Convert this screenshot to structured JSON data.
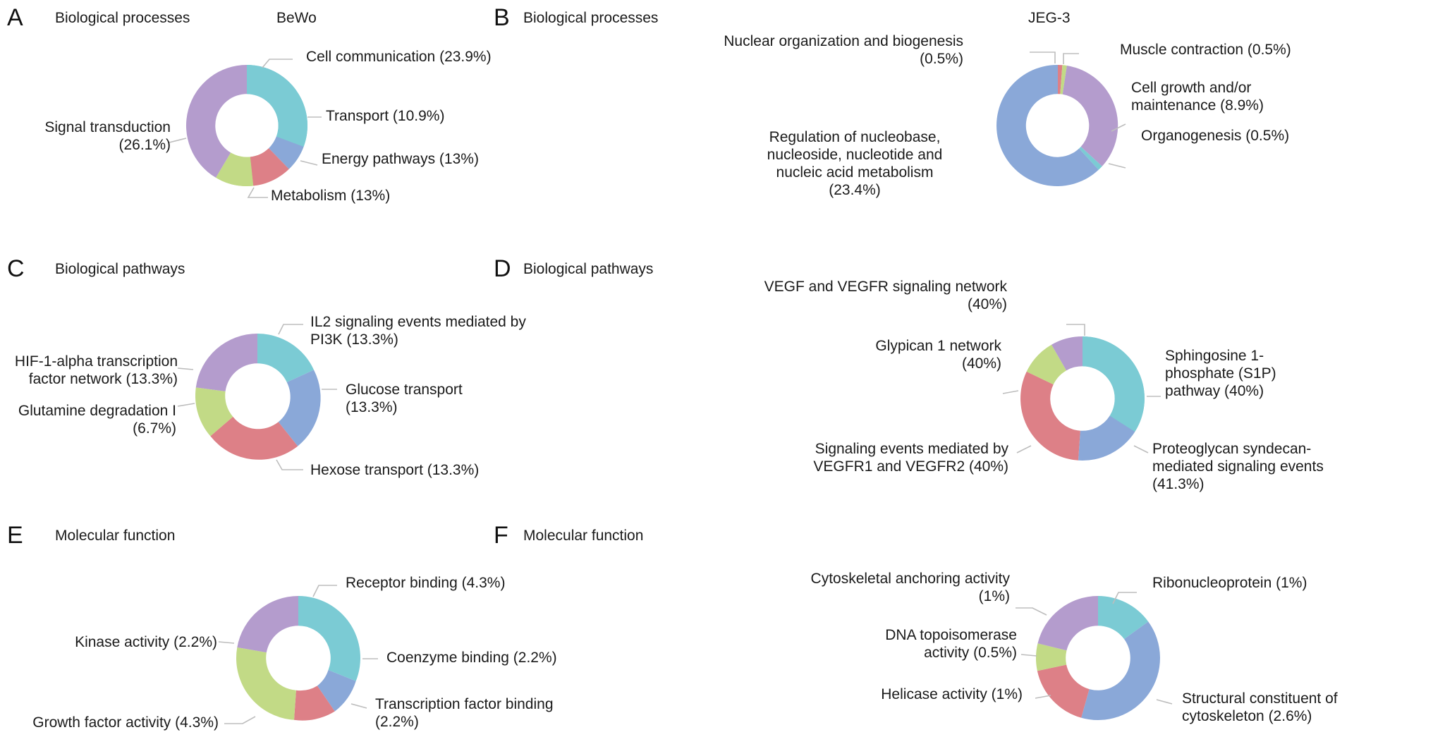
{
  "figure": {
    "panels": [
      {
        "letter": "A",
        "category": "Biological processes",
        "cell_line": "BeWo",
        "labels": {
          "cell_communication": "Cell communication (23.9%)",
          "transport": "Transport (10.9%)",
          "energy_pathways": "Energy pathways (13%)",
          "metabolism": "Metabolism (13%)",
          "signal_transduction_l1": "Signal transduction",
          "signal_transduction_l2": "(26.1%)"
        }
      },
      {
        "letter": "B",
        "category": "Biological processes",
        "cell_line": "JEG-3",
        "labels": {
          "nuclear_org_l1": "Nuclear organization and biogenesis",
          "nuclear_org_l2": "(0.5%)",
          "muscle_contraction": "Muscle contraction (0.5%)",
          "cell_growth_l1": "Cell growth and/or",
          "cell_growth_l2": "maintenance (8.9%)",
          "organogenesis": "Organogenesis (0.5%)",
          "regulation_l1": "Regulation of nucleobase,",
          "regulation_l2": "nucleoside, nucleotide and",
          "regulation_l3": "nucleic acid metabolism",
          "regulation_l4": "(23.4%)"
        }
      },
      {
        "letter": "C",
        "category": "Biological pathways",
        "cell_line": "",
        "labels": {
          "il2_l1": "IL2 signaling events mediated by",
          "il2_l2": "PI3K (13.3%)",
          "glucose_l1": "Glucose transport",
          "glucose_l2": "(13.3%)",
          "hexose": "Hexose transport (13.3%)",
          "glutamine_l1": "Glutamine degradation I",
          "glutamine_l2": "(6.7%)",
          "hif_l1": "HIF-1-alpha transcription",
          "hif_l2": "factor network (13.3%)"
        }
      },
      {
        "letter": "D",
        "category": "Biological pathways",
        "cell_line": "",
        "labels": {
          "vegf_l1": "VEGF and VEGFR signaling network",
          "vegf_l2": "(40%)",
          "sphingosine_l1": "Sphingosine 1-",
          "sphingosine_l2": "phosphate (S1P)",
          "sphingosine_l3": "pathway (40%)",
          "proteoglycan_l1": "Proteoglycan syndecan-",
          "proteoglycan_l2": "mediated signaling events",
          "proteoglycan_l3": "(41.3%)",
          "signaling_l1": "Signaling events mediated by",
          "signaling_l2": "VEGFR1 and VEGFR2 (40%)",
          "glypican_l1": "Glypican 1 network",
          "glypican_l2": "(40%)"
        }
      },
      {
        "letter": "E",
        "category": "Molecular function",
        "cell_line": "",
        "labels": {
          "receptor_binding": "Receptor binding (4.3%)",
          "coenzyme_binding": "Coenzyme binding (2.2%)",
          "transcription_l1": "Transcription factor binding",
          "transcription_l2": "(2.2%)",
          "growth_factor": "Growth factor activity (4.3%)",
          "kinase": "Kinase activity (2.2%)"
        }
      },
      {
        "letter": "F",
        "category": "Molecular function",
        "cell_line": "",
        "labels": {
          "ribonucleoprotein": "Ribonucleoprotein (1%)",
          "structural_l1": "Structural constituent of",
          "structural_l2": "cytoskeleton (2.6%)",
          "helicase": "Helicase activity (1%)",
          "topoisomerase_l1": "DNA topoisomerase",
          "topoisomerase_l2": "activity (0.5%)",
          "cytoskeletal_l1": "Cytoskeletal anchoring activity",
          "cytoskeletal_l2": "(1%)"
        }
      }
    ]
  },
  "palette": {
    "cyan": "#7bcbd4",
    "blue": "#8aa8d8",
    "red": "#dd8087",
    "green": "#c2da86",
    "purple": "#b49ccd",
    "leader": "#bdbdbd",
    "text": "#1a1a1a",
    "background": "#ffffff"
  },
  "chart_data": [
    {
      "type": "pie",
      "title": "Biological processes",
      "subtitle": "BeWo",
      "panel": "A",
      "donut": true,
      "legend": "callout-labels",
      "categories": [
        "Cell communication",
        "Transport",
        "Energy pathways",
        "Metabolism",
        "Signal transduction"
      ],
      "values": [
        23.9,
        10.9,
        13,
        13,
        26.1
      ],
      "unit": "%",
      "colors": [
        "#7bcbd4",
        "#8aa8d8",
        "#dd8087",
        "#c2da86",
        "#b49ccd"
      ]
    },
    {
      "type": "pie",
      "title": "Biological processes",
      "subtitle": "JEG-3",
      "panel": "B",
      "donut": true,
      "legend": "callout-labels",
      "categories": [
        "Nuclear organization and biogenesis",
        "Muscle contraction",
        "Cell growth and/or maintenance",
        "Organogenesis",
        "Regulation of nucleobase, nucleoside, nucleotide and nucleic acid metabolism"
      ],
      "values": [
        0.5,
        0.5,
        8.9,
        0.5,
        23.4
      ],
      "unit": "%",
      "colors": [
        "#dd8087",
        "#c2da86",
        "#b49ccd",
        "#7bcbd4",
        "#8aa8d8"
      ]
    },
    {
      "type": "pie",
      "title": "Biological pathways",
      "subtitle": "",
      "panel": "C",
      "donut": true,
      "legend": "callout-labels",
      "categories": [
        "IL2 signaling events mediated by PI3K",
        "Glucose transport",
        "Hexose transport",
        "Glutamine degradation I",
        "HIF-1-alpha transcription factor network"
      ],
      "values": [
        13.3,
        13.3,
        13.3,
        6.7,
        13.3
      ],
      "unit": "%",
      "colors": [
        "#7bcbd4",
        "#8aa8d8",
        "#dd8087",
        "#c2da86",
        "#b49ccd"
      ]
    },
    {
      "type": "pie",
      "title": "Biological pathways",
      "subtitle": "",
      "panel": "D",
      "donut": true,
      "legend": "callout-labels",
      "categories": [
        "VEGF and VEGFR signaling network",
        "Sphingosine 1-phosphate (S1P) pathway",
        "Proteoglycan syndecan-mediated signaling events",
        "Signaling events mediated by VEGFR1 and VEGFR2",
        "Glypican 1 network"
      ],
      "values": [
        40,
        40,
        41.3,
        40,
        40
      ],
      "unit": "%",
      "colors": [
        "#b49ccd",
        "#7bcbd4",
        "#8aa8d8",
        "#dd8087",
        "#c2da86"
      ]
    },
    {
      "type": "pie",
      "title": "Molecular function",
      "subtitle": "",
      "panel": "E",
      "donut": true,
      "legend": "callout-labels",
      "categories": [
        "Receptor binding",
        "Coenzyme binding",
        "Transcription factor binding",
        "Growth factor activity",
        "Kinase activity"
      ],
      "values": [
        4.3,
        2.2,
        2.2,
        4.3,
        2.2
      ],
      "unit": "%",
      "colors": [
        "#7bcbd4",
        "#8aa8d8",
        "#dd8087",
        "#c2da86",
        "#b49ccd"
      ]
    },
    {
      "type": "pie",
      "title": "Molecular function",
      "subtitle": "",
      "panel": "F",
      "donut": true,
      "legend": "callout-labels",
      "categories": [
        "Ribonucleoprotein",
        "Structural constituent of cytoskeleton",
        "Helicase activity",
        "DNA topoisomerase activity",
        "Cytoskeletal anchoring activity"
      ],
      "values": [
        1,
        2.6,
        1,
        0.5,
        1
      ],
      "unit": "%",
      "colors": [
        "#7bcbd4",
        "#8aa8d8",
        "#dd8087",
        "#c2da86",
        "#b49ccd"
      ]
    }
  ]
}
